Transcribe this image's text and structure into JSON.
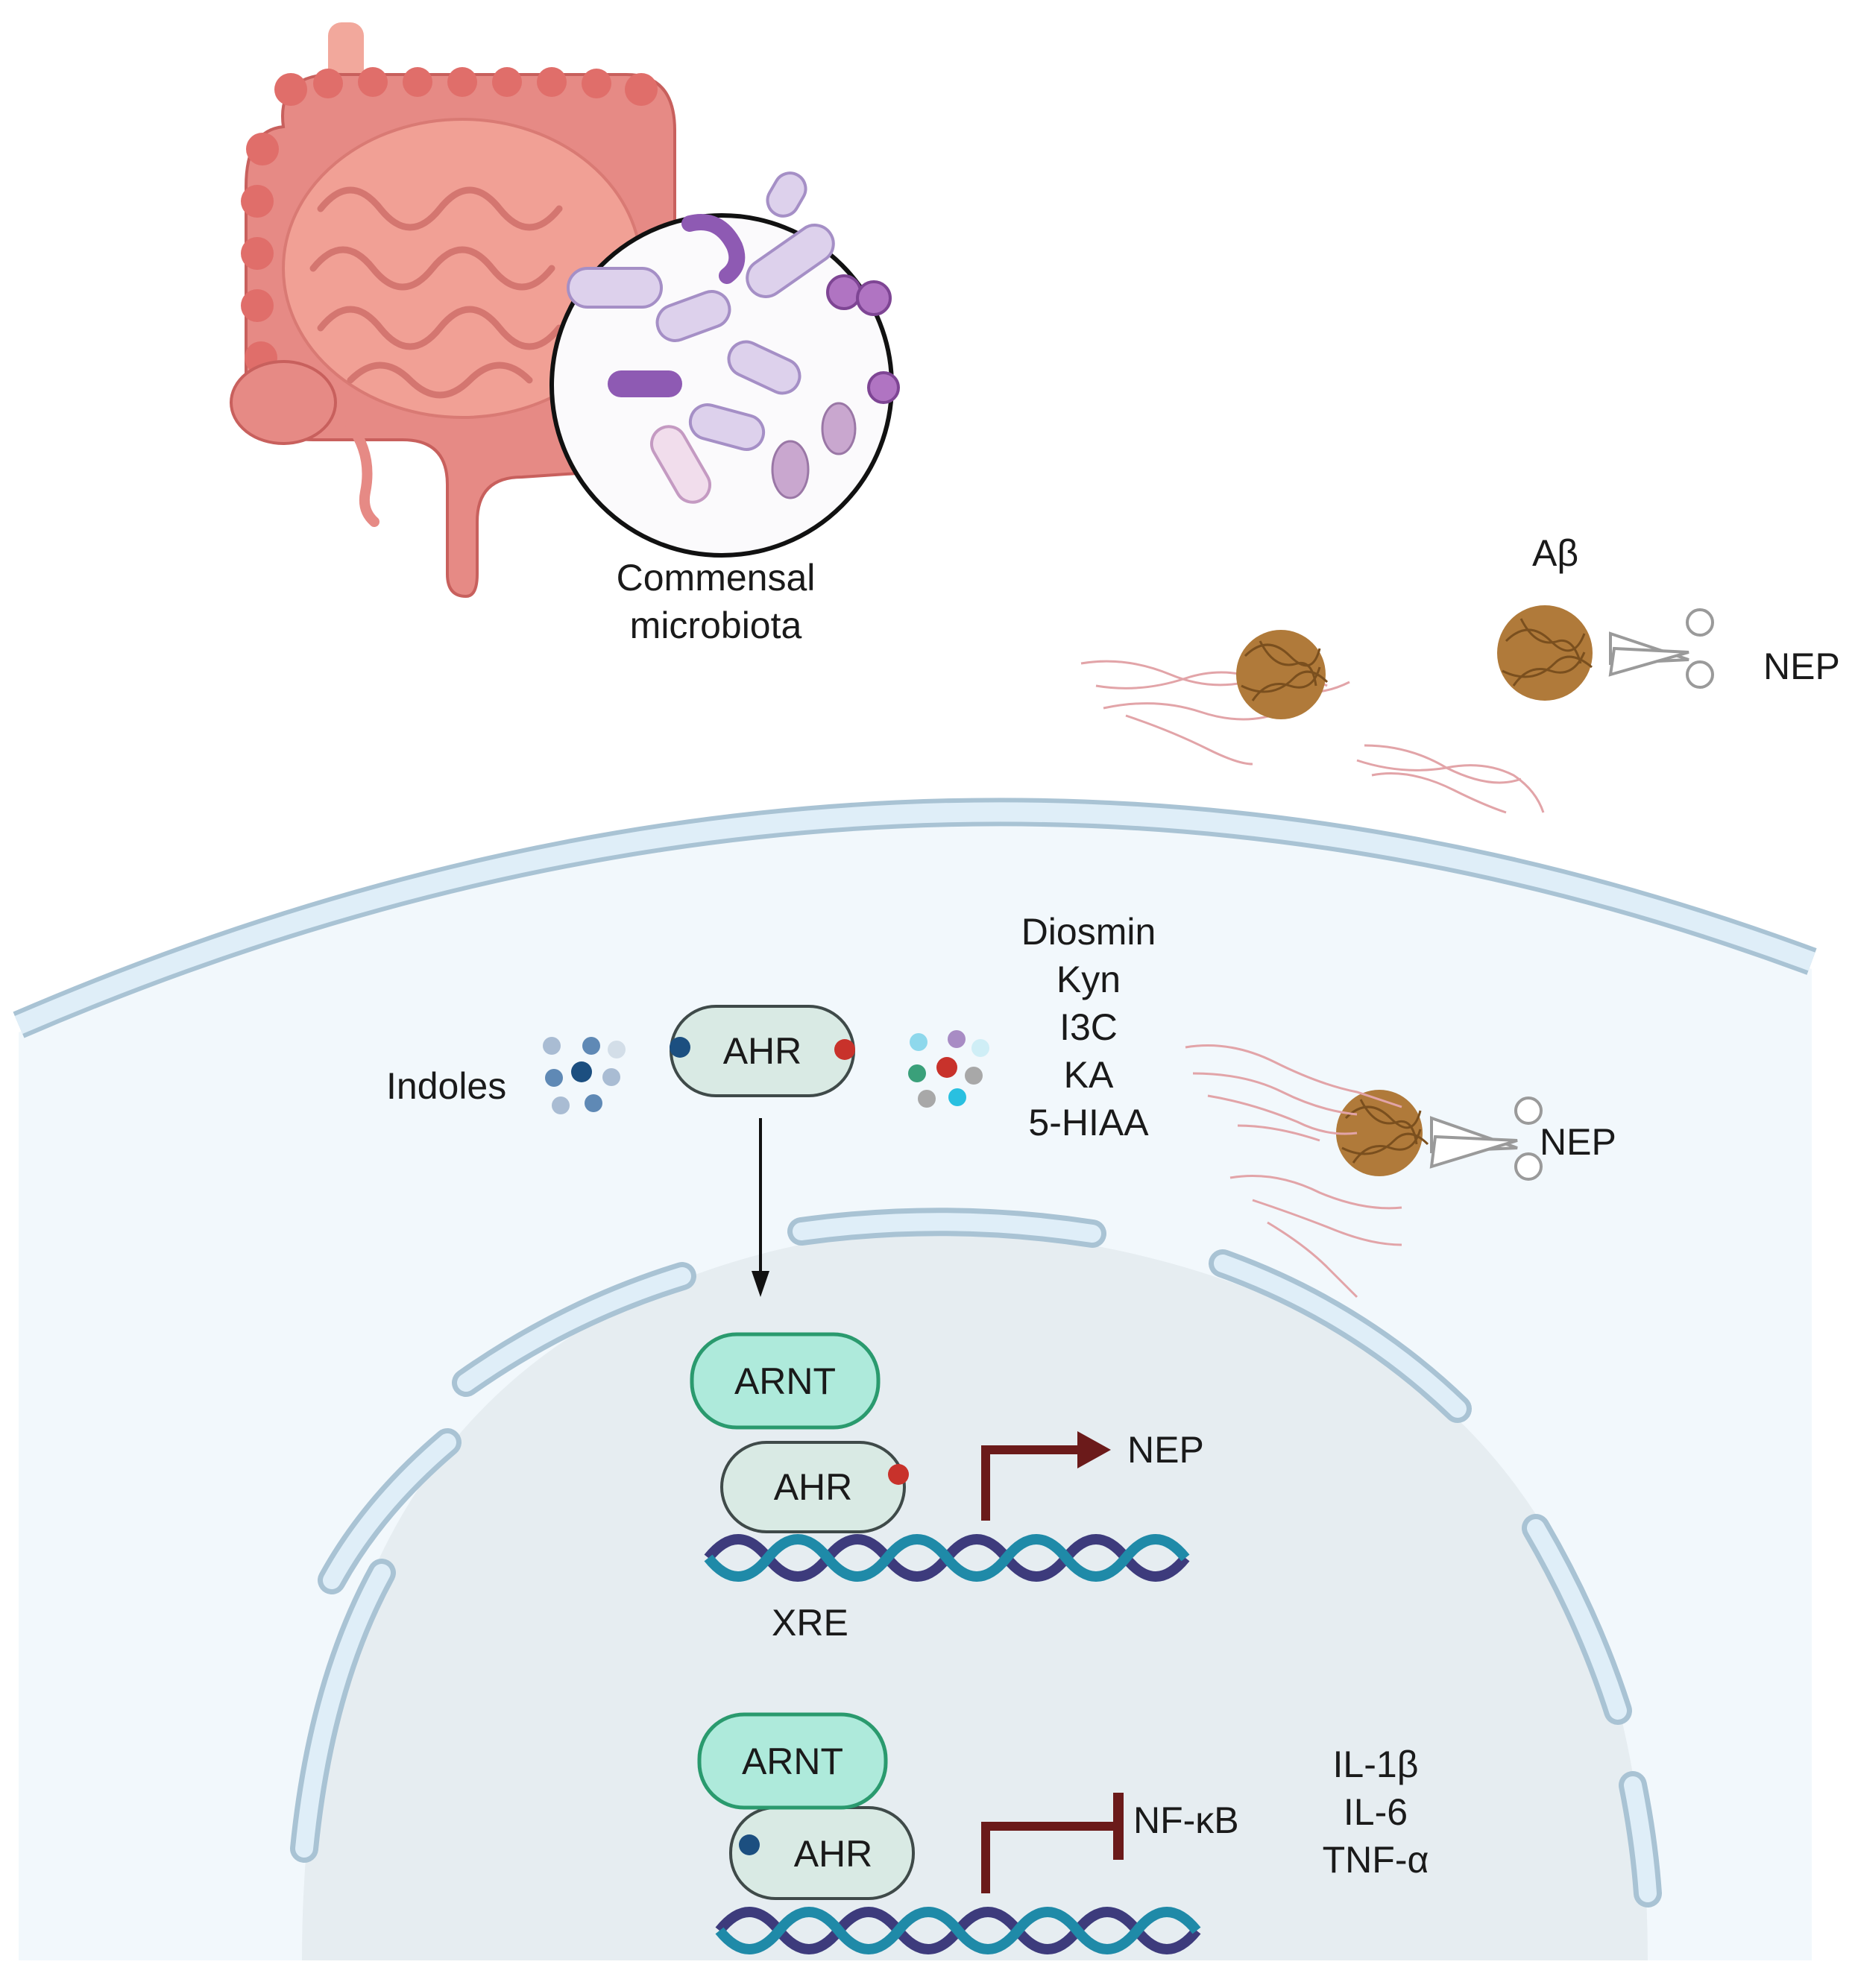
{
  "labels": {
    "commensal_line1": "Commensal",
    "commensal_line2": "microbiota",
    "abeta": "Aβ",
    "nep_top": "NEP",
    "indoles": "Indoles",
    "ligands": [
      "Diosmin",
      "Kyn",
      "I3C",
      "KA",
      "5-HIAA"
    ],
    "nep_mid": "NEP",
    "ahr_cyto": "AHR",
    "arnt_1": "ARNT",
    "ahr_1": "AHR",
    "nep_gene": "NEP",
    "xre": "XRE",
    "arnt_2": "ARNT",
    "ahr_2": "AHR",
    "nfkb": "NF-κB",
    "cytokines": [
      "IL-1β",
      "IL-6",
      "TNF-α"
    ]
  },
  "colors": {
    "membrane_fill": "#dfeef8",
    "membrane_stroke": "#a9c3d4",
    "cytoplasm": "#f2f8fc",
    "nucleus": "#e6edf1",
    "ahr_fill": "#d9eae4",
    "arnt_fill": "#aeeadb",
    "arnt_stroke": "#2a9a6e",
    "arrow_dark_red": "#6b1a1a",
    "dna_teal": "#1f8aa8",
    "dna_navy": "#3d3b7c",
    "intestine": "#e68a85",
    "amyloid": "#b07a3a"
  }
}
